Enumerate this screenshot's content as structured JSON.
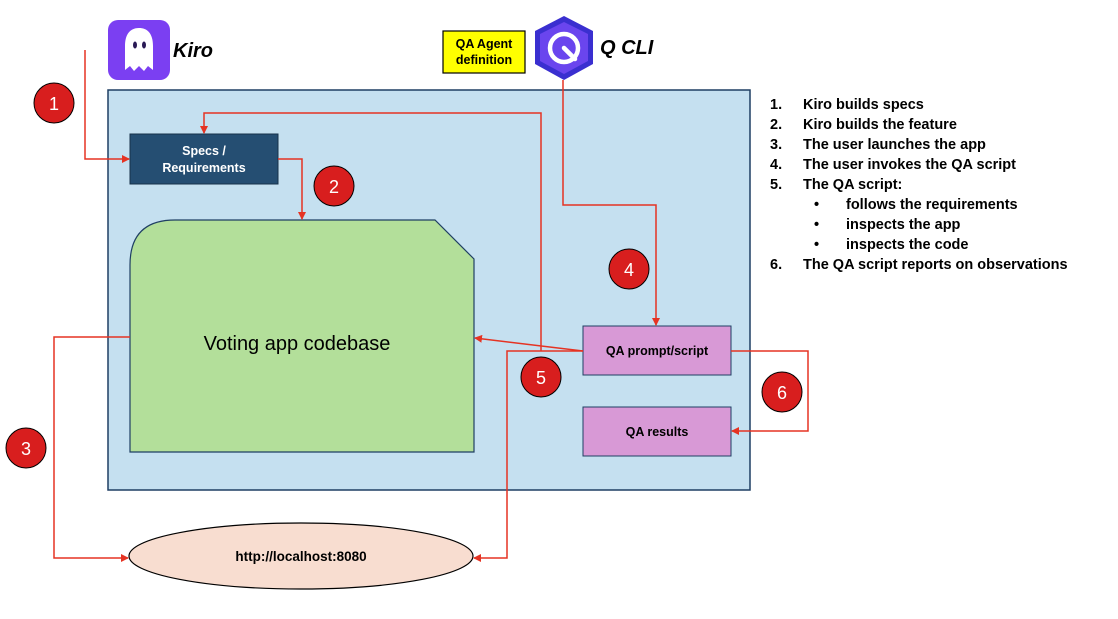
{
  "kiro": {
    "label": "Kiro",
    "icon": "ghost-icon",
    "color": "#7b3ff2"
  },
  "qcli": {
    "label": "Q CLI",
    "icon": "q-cli-icon",
    "color": "#3a2fd0"
  },
  "qa_agent": {
    "line1": "QA Agent",
    "line2": "definition",
    "color": "#ffff00"
  },
  "nodes": {
    "specs_line1": "Specs /",
    "specs_line2": "Requirements",
    "codebase": "Voting app codebase",
    "qa_script": "QA prompt/script",
    "qa_results": "QA results",
    "localhost": "http://localhost:8080"
  },
  "badges": [
    "1",
    "2",
    "3",
    "4",
    "5",
    "6"
  ],
  "steps": [
    {
      "num": "1.",
      "text": "Kiro builds specs"
    },
    {
      "num": "2.",
      "text": "Kiro builds the feature"
    },
    {
      "num": "3.",
      "text": "The user launches the app"
    },
    {
      "num": "4.",
      "text": "The user invokes the QA script"
    },
    {
      "num": "5.",
      "text": "The QA script:"
    }
  ],
  "sub_steps": [
    {
      "bullet": "•",
      "text": "follows the requirements"
    },
    {
      "bullet": "•",
      "text": "inspects the app"
    },
    {
      "bullet": "•",
      "text": "inspects the code"
    }
  ],
  "final_step": {
    "num": "6.",
    "text": "The QA script reports on observations"
  },
  "colors": {
    "container_fill": "#c5e0f0",
    "container_stroke": "#1f3f63",
    "specs_fill": "#254e72",
    "codebase_fill": "#b3df9a",
    "qa_fill": "#d899d6",
    "localhost_fill": "#f8ddd0",
    "arrow": "#e53323",
    "badge": "#d81e1e"
  }
}
